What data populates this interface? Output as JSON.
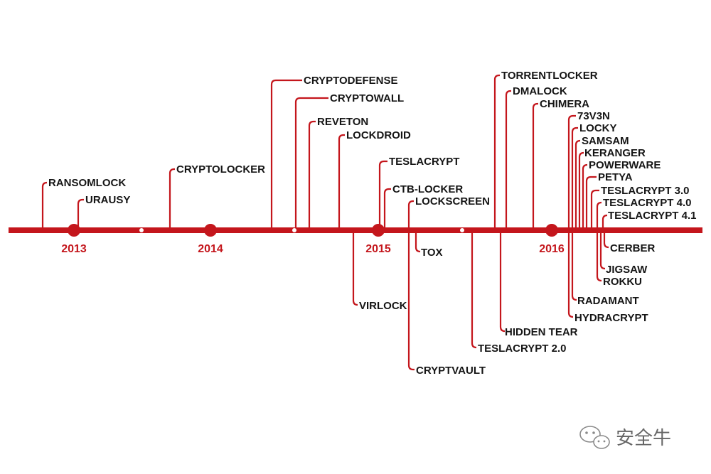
{
  "colors": {
    "accent": "#c4161c",
    "text": "#151515",
    "watermark": "#666666"
  },
  "years": [
    "2013",
    "2014",
    "2015",
    "2016"
  ],
  "labels": [
    "RANSOMLOCK",
    "URAUSY",
    "CRYPTOLOCKER",
    "CRYPTODEFENSE",
    "CRYPTOWALL",
    "REVETON",
    "LOCKDROID",
    "TESLACRYPT",
    "CTB-LOCKER",
    "LOCKSCREEN",
    "TORRENTLOCKER",
    "DMALOCK",
    "CHIMERA",
    "73V3N",
    "LOCKY",
    "SAMSAM",
    "KERANGER",
    "POWERWARE",
    "PETYA",
    "TESLACRYPT 3.0",
    "TESLACRYPT 4.0",
    "TESLACRYPT 4.1",
    "VIRLOCK",
    "TOX",
    "CRYPTVAULT",
    "TESLACRYPT 2.0",
    "HIDDEN TEAR",
    "CERBER",
    "JIGSAW",
    "ROKKU",
    "RADAMANT",
    "HYDRACRYPT"
  ],
  "watermark": {
    "icon": "wechat-icon",
    "text": "安全牛"
  }
}
